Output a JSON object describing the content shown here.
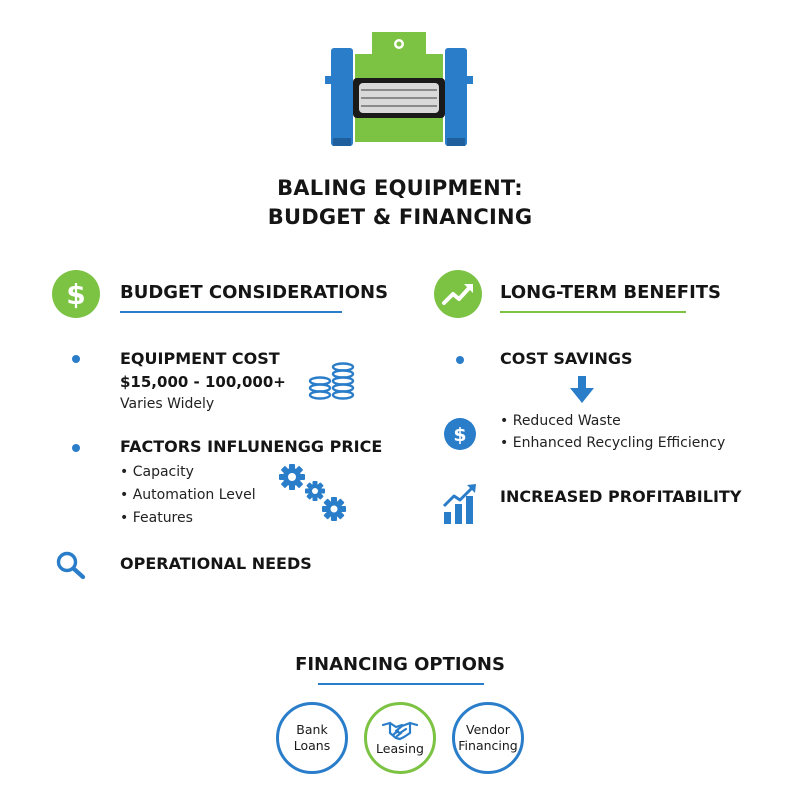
{
  "colors": {
    "blue": "#2a7dc9",
    "green": "#7cc243",
    "text": "#151515"
  },
  "title": {
    "line1": "BALING EQUIPMENT:",
    "line2": "BUDGET & FINANCING"
  },
  "budget": {
    "heading": "BUDGET CONSIDERATIONS",
    "icon": "dollar-icon",
    "items": [
      {
        "title": "EQUIPMENT COST",
        "subtitle": "$15,000 - 100,000+",
        "note": "Varies Widely",
        "icon": "coin-stack-icon"
      },
      {
        "title": "FACTORS INFLUNENGG PRICE",
        "bullets": [
          "Capacity",
          "Automation Level",
          "Features"
        ],
        "icon": "gears-icon"
      },
      {
        "title": "OPERATIONAL NEEDS",
        "icon": "magnifier-icon"
      }
    ]
  },
  "benefits": {
    "heading": "LONG-TERM BENEFITS",
    "icon": "trend-up-icon",
    "items": [
      {
        "title": "COST SAVINGS",
        "bullets": [
          "Reduced Waste",
          "Enhanced Recycling Efficiency"
        ],
        "icon": "dollar-icon"
      },
      {
        "title": "INCREASED PROFITABILITY",
        "icon": "bar-chart-icon"
      }
    ]
  },
  "financing": {
    "heading": "FINANCING OPTIONS",
    "options": [
      {
        "line1": "Bank",
        "line2": "Loans",
        "icon": ""
      },
      {
        "line1": "",
        "line2": "Leasing",
        "icon": "handshake-icon"
      },
      {
        "line1": "Vendor",
        "line2": "Financing",
        "icon": ""
      }
    ]
  }
}
